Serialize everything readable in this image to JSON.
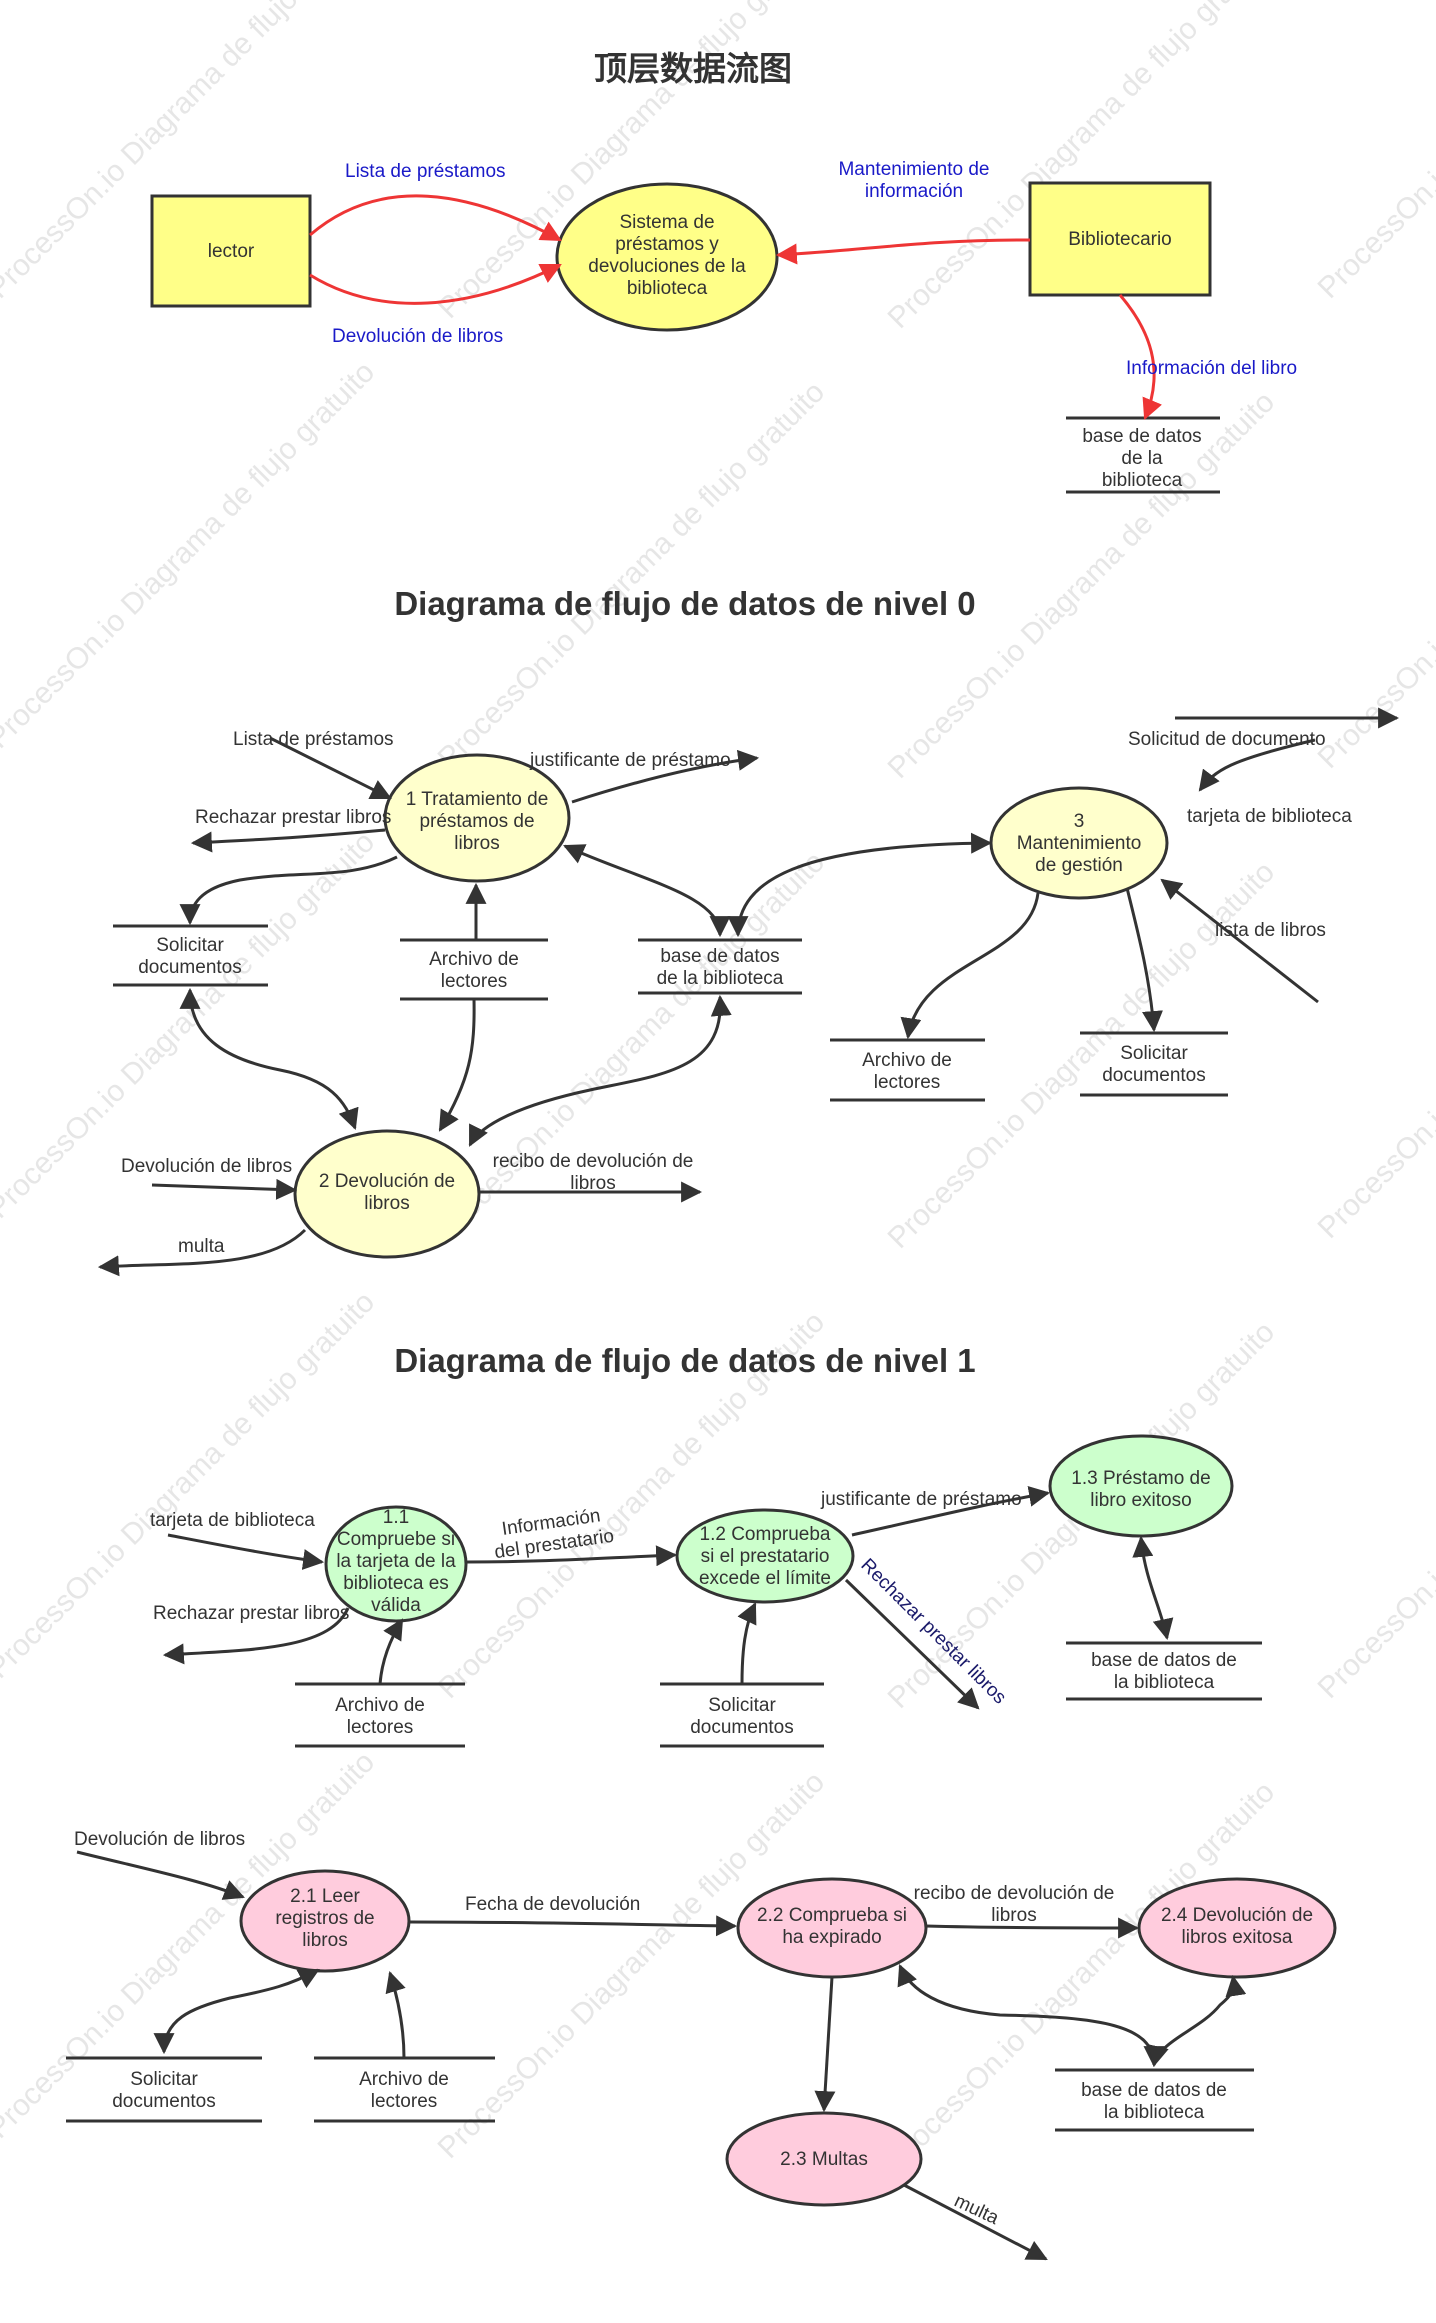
{
  "titles": {
    "top": "顶层数据流图",
    "level0": "Diagrama de flujo de datos de nivel 0",
    "level1": "Diagrama de flujo de datos de nivel 1"
  },
  "watermark": "ProcessOn.io Diagrama de flujo gratuito",
  "colors": {
    "yellow": "#ffff88",
    "light_yellow": "#ffffcc",
    "green": "#ccffcc",
    "pink": "#ffccdd",
    "red_edge": "#ee3535",
    "blue_label": "#1a1ac8",
    "stroke": "#333333"
  },
  "top": {
    "entity_lector": "lector",
    "entity_bibliotecario": "Bibliotecario",
    "process_lines": [
      "Sistema de",
      "préstamos y",
      "devoluciones de la",
      "biblioteca"
    ],
    "store_lines": [
      "base de datos",
      "de la",
      "biblioteca"
    ],
    "flow_lista": "Lista de préstamos",
    "flow_devolucion": "Devolución de libros",
    "flow_mantenimiento_lines": [
      "Mantenimiento de",
      "información"
    ],
    "flow_info_libro": "Información del libro"
  },
  "level0": {
    "p1_lines": [
      "1 Tratamiento de",
      "préstamos de",
      "libros"
    ],
    "p2_lines": [
      "2 Devolución de",
      "libros"
    ],
    "p3_lines": [
      "3",
      "Mantenimiento",
      "de gestión"
    ],
    "store_solicitar_lines": [
      "Solicitar",
      "documentos"
    ],
    "store_archivo_lines": [
      "Archivo de",
      "lectores"
    ],
    "store_base_lines": [
      "base de datos",
      "de la biblioteca"
    ],
    "store_archivo2_lines": [
      "Archivo de",
      "lectores"
    ],
    "store_solicitar2_lines": [
      "Solicitar",
      "documentos"
    ],
    "flow_lista_prestamos": "Lista de préstamos",
    "flow_justificante": "justificante de préstamo",
    "flow_rechazar": "Rechazar prestar libros",
    "flow_devolucion": "Devolución de libros",
    "flow_recibo_lines": [
      "recibo de devolución de",
      "libros"
    ],
    "flow_multa": "multa",
    "flow_solicitud": "Solicitud de documento",
    "flow_tarjeta": "tarjeta de biblioteca",
    "flow_lista_libros": "lista de libros"
  },
  "level1": {
    "p11_lines": [
      "1.1",
      "Compruebe si",
      "la tarjeta de la",
      "biblioteca es",
      "válida"
    ],
    "p12_lines": [
      "1.2 Comprueba",
      "si el prestatario",
      "excede el límite"
    ],
    "p13_lines": [
      "1.3 Préstamo de",
      "libro exitoso"
    ],
    "p21_lines": [
      "2.1 Leer",
      "registros de",
      "libros"
    ],
    "p22_lines": [
      "2.2 Comprueba si",
      "ha expirado"
    ],
    "p23_lines": [
      "2.3 Multas"
    ],
    "p24_lines": [
      "2.4 Devolución de",
      "libros exitosa"
    ],
    "store_archivo_a_lines": [
      "Archivo de",
      "lectores"
    ],
    "store_solicitar_a_lines": [
      "Solicitar",
      "documentos"
    ],
    "store_base_a_lines": [
      "base de datos de",
      "la biblioteca"
    ],
    "store_solicitar_b_lines": [
      "Solicitar",
      "documentos"
    ],
    "store_archivo_b_lines": [
      "Archivo de",
      "lectores"
    ],
    "store_base_b_lines": [
      "base de datos de",
      "la biblioteca"
    ],
    "flow_tarjeta": "tarjeta de biblioteca",
    "flow_rechazar": "Rechazar prestar libros",
    "flow_informacion_lines": [
      "Información",
      "del prestatario"
    ],
    "flow_justificante": "justificante de préstamo",
    "flow_rechazar_diag": "Rechazar prestar libros",
    "flow_devolucion": "Devolución de libros",
    "flow_fecha": "Fecha de devolución",
    "flow_recibo_lines": [
      "recibo de devolución de",
      "libros"
    ],
    "flow_multa": "multa"
  }
}
